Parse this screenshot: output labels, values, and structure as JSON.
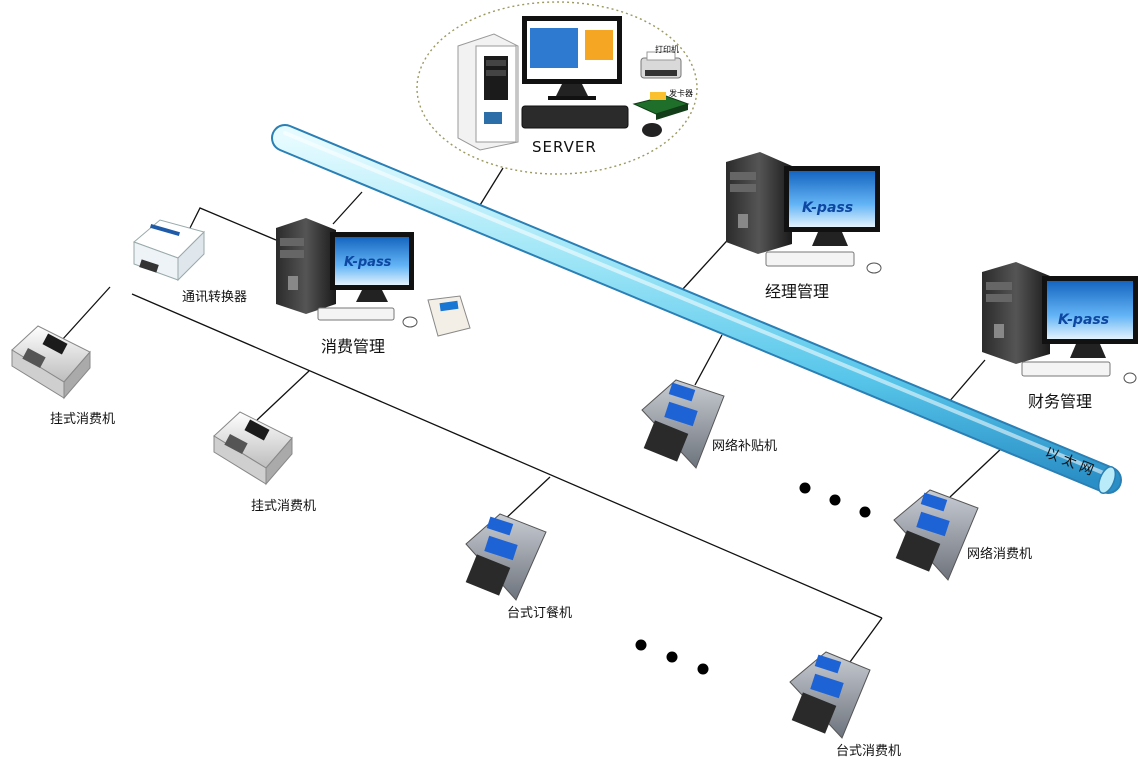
{
  "server": {
    "label": "SERVER",
    "printer_label": "打印机",
    "card_issuer_label": "发卡器"
  },
  "network": {
    "ethernet_label": "以 太 网"
  },
  "workstations": {
    "consumption": {
      "label": "消费管理",
      "logo": "K-pass"
    },
    "manager": {
      "label": "经理管理",
      "logo": "K-pass"
    },
    "finance": {
      "label": "财务管理",
      "logo": "K-pass"
    }
  },
  "converter": {
    "label": "通讯转换器"
  },
  "terminals": [
    {
      "label": "挂式消费机"
    },
    {
      "label": "挂式消费机"
    },
    {
      "label": "台式订餐机"
    },
    {
      "label": "台式消费机"
    },
    {
      "label": "网络补贴机"
    },
    {
      "label": "网络消费机"
    }
  ],
  "colors": {
    "ethernet": "#7fdcf2",
    "ethernet_edge": "#2a7fb5",
    "wire": "#111111",
    "screen": "#1976d2"
  }
}
